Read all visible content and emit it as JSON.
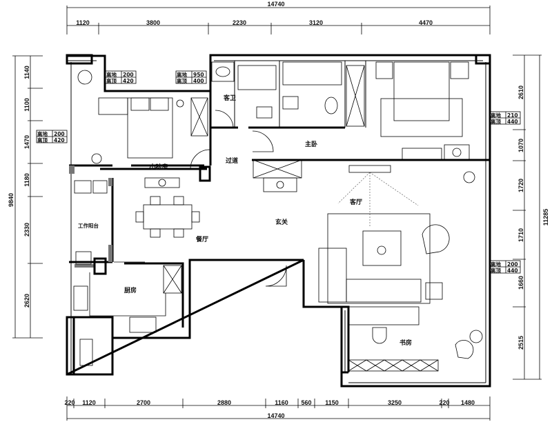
{
  "dimensions": {
    "top_total": "14740",
    "top": [
      "1120",
      "3800",
      "2230",
      "3120",
      "4470"
    ],
    "bottom_total": "14740",
    "bottom": [
      "220",
      "1120",
      "2700",
      "2880",
      "1160",
      "560",
      "1150",
      "3250",
      "220",
      "1480"
    ],
    "left_total": "9840",
    "left": [
      "1140",
      "1100",
      "1470",
      "1180",
      "2330",
      "2620"
    ],
    "right_total": "11285",
    "right": [
      "2610",
      "1070",
      "1720",
      "1710",
      "1660",
      "2515"
    ]
  },
  "rooms": {
    "guest_bath": "客卫",
    "master_bedroom": "主卧",
    "kids_room": "小孩房",
    "corridor": "过道",
    "work_balcony": "工作阳台",
    "dining": "餐厅",
    "foyer": "玄关",
    "living": "客厅",
    "kitchen": "厨房",
    "study": "书房"
  },
  "height_tags": [
    {
      "l1": "离地",
      "v1": "200",
      "l2": "离顶",
      "v2": "420"
    },
    {
      "l1": "离地",
      "v1": "950",
      "l2": "离顶",
      "v2": "400"
    },
    {
      "l1": "离地",
      "v1": "200",
      "l2": "离顶",
      "v2": "420"
    },
    {
      "l1": "离地",
      "v1": "210",
      "l2": "离顶",
      "v2": "440"
    },
    {
      "l1": "离地",
      "v1": "200",
      "l2": "离顶",
      "v2": "440"
    }
  ]
}
